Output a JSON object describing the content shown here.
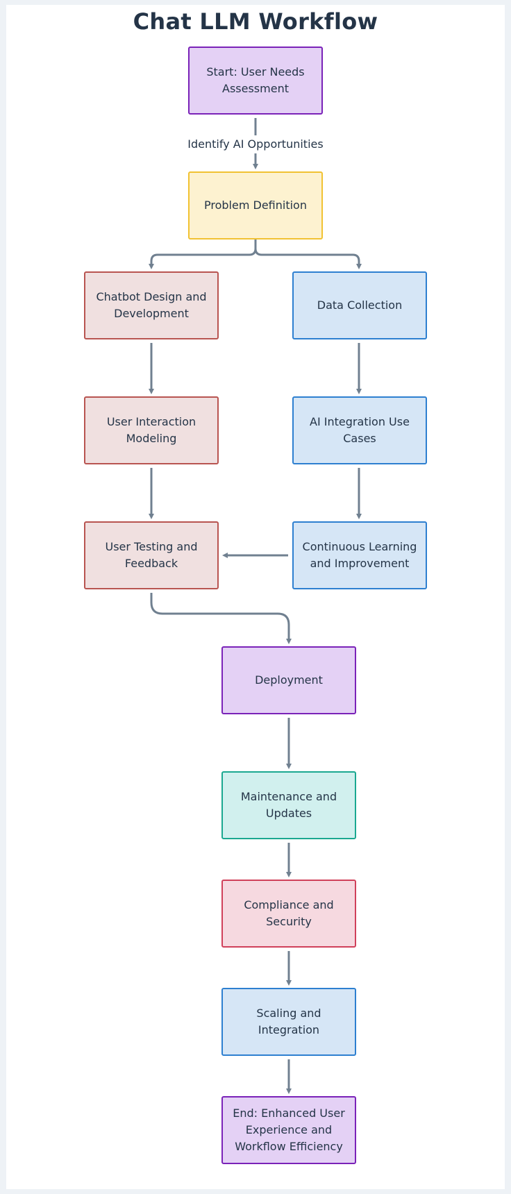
{
  "title": "Chat LLM Workflow",
  "nodes": {
    "start": "Start: User Needs Assessment",
    "problem": "Problem Definition",
    "chatbot": "Chatbot Design and Development",
    "data": "Data Collection",
    "interaction": "User Interaction Modeling",
    "ai_integration": "AI Integration Use Cases",
    "testing": "User Testing and Feedback",
    "learning": "Continuous Learning and Improvement",
    "deployment": "Deployment",
    "maintenance": "Maintenance and Updates",
    "compliance": "Compliance and Security",
    "scaling": "Scaling and Integration",
    "end": "End: Enhanced User Experience and Workflow Efficiency"
  },
  "edge_labels": {
    "start_to_problem": "Identify AI Opportunities"
  },
  "colors": {
    "edge": "#708090",
    "text": "#243447",
    "purple_fill": "#e4d1f5",
    "purple_stroke": "#7a22b8",
    "yellow_fill": "#fdf2d0",
    "yellow_stroke": "#f1c232",
    "red_fill": "#f0e0e0",
    "red_stroke": "#b85450",
    "blue_fill": "#d6e6f6",
    "blue_stroke": "#2d7fd0",
    "teal_fill": "#d1f0ee",
    "teal_stroke": "#1aa890",
    "pink_fill": "#f6d9e0",
    "pink_stroke": "#d0405a"
  }
}
